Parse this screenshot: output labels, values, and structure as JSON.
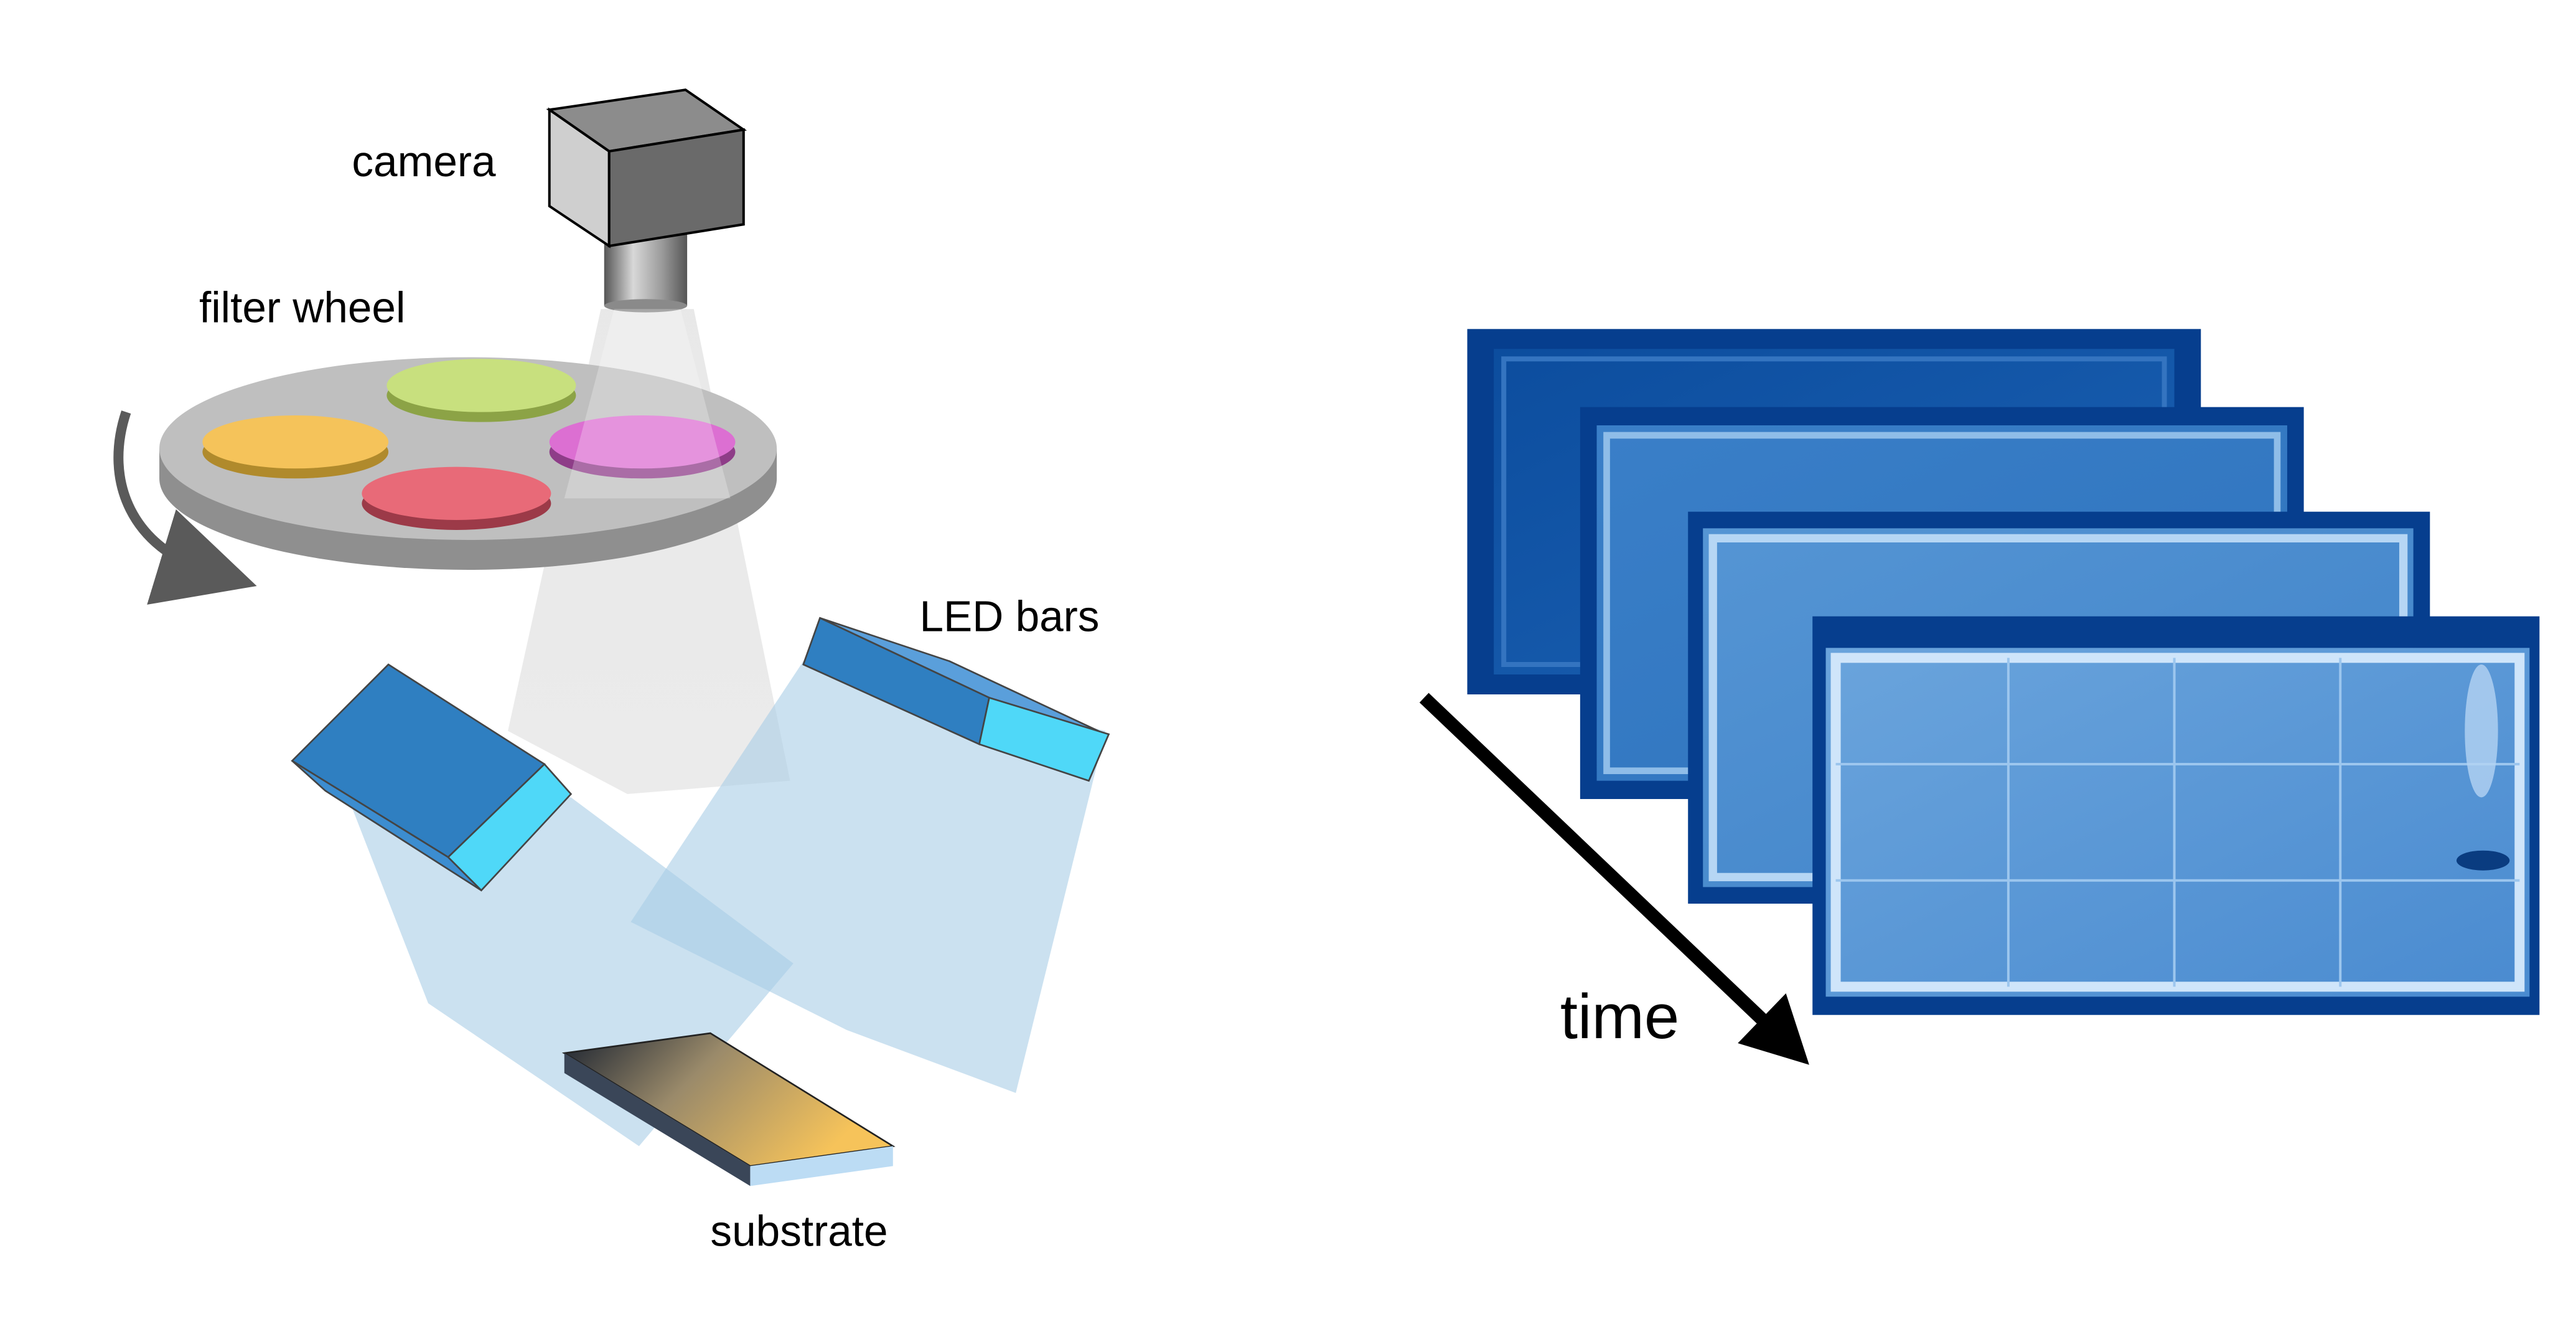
{
  "labels": {
    "camera": "camera",
    "filter_wheel": "filter wheel",
    "led_bars": "LED bars",
    "substrate": "substrate",
    "time": "time"
  },
  "colors": {
    "filter_yellow": "#f5c35a",
    "filter_green": "#c8e07e",
    "filter_magenta": "#dc6fd2",
    "filter_red": "#e86a78",
    "led_blue": "#2f7fc1",
    "led_face": "#4fd8f8",
    "image_blue": "#063e8e"
  }
}
